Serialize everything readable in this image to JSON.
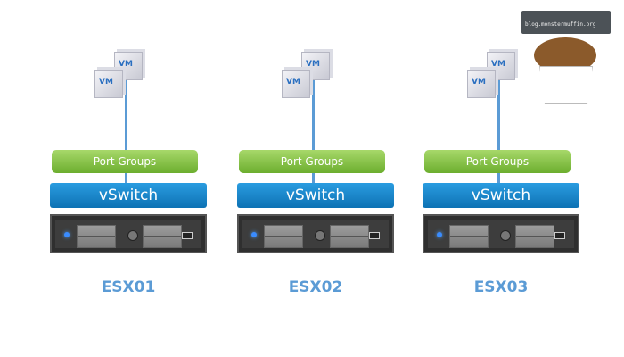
{
  "hosts": [
    {
      "name": "ESX01",
      "port_groups": "Port Groups",
      "vswitch": "vSwitch",
      "vms": [
        "VM",
        "VM"
      ]
    },
    {
      "name": "ESX02",
      "port_groups": "Port Groups",
      "vswitch": "vSwitch",
      "vms": [
        "VM",
        "VM"
      ]
    },
    {
      "name": "ESX03",
      "port_groups": "Port Groups",
      "vswitch": "vSwitch",
      "vms": [
        "VM",
        "VM"
      ]
    }
  ],
  "watermark": {
    "text": "blog.monstermuffin.org"
  },
  "colors": {
    "port_groups": "#8cc64b",
    "vswitch": "#1a87cc",
    "label": "#5b9bd5",
    "link": "#5b9bd5"
  }
}
